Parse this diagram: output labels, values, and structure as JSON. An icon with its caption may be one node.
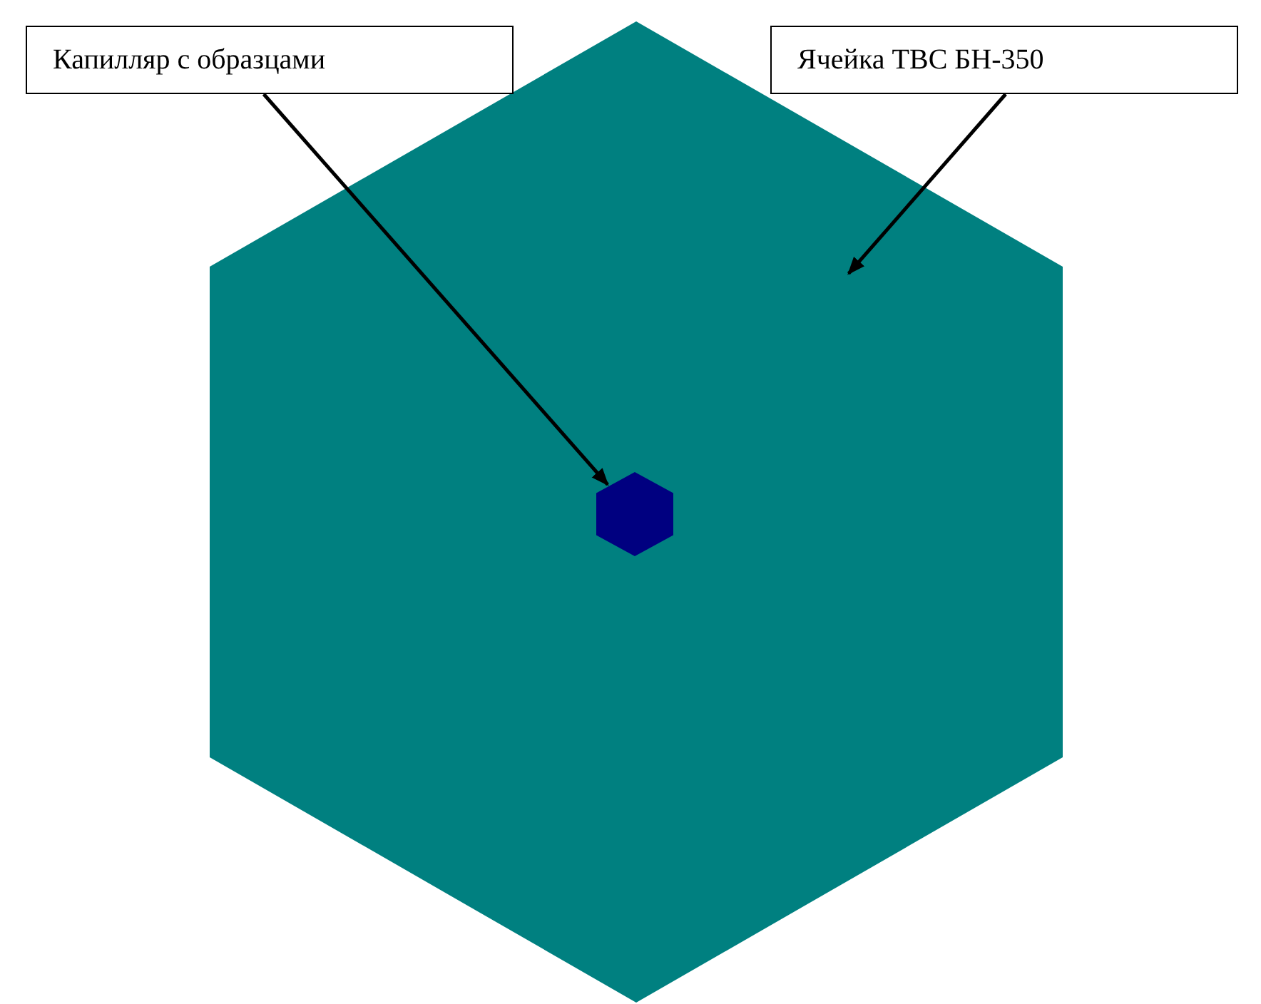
{
  "diagram": {
    "nodes": [
      {
        "text": [
          "Капилляр с образцами"
        ]
      },
      {
        "text": [
          "Ячейка ТВС БН-350"
        ]
      },
      {
        "text": [],
        "shape": "hexagon"
      },
      {
        "text": [],
        "shape": "hexagon",
        "in": 2
      }
    ],
    "edges": [
      {
        "from": 0,
        "to": 3,
        "arrow": "to"
      },
      {
        "from": 1,
        "to": 2,
        "arrow": "to"
      }
    ]
  }
}
